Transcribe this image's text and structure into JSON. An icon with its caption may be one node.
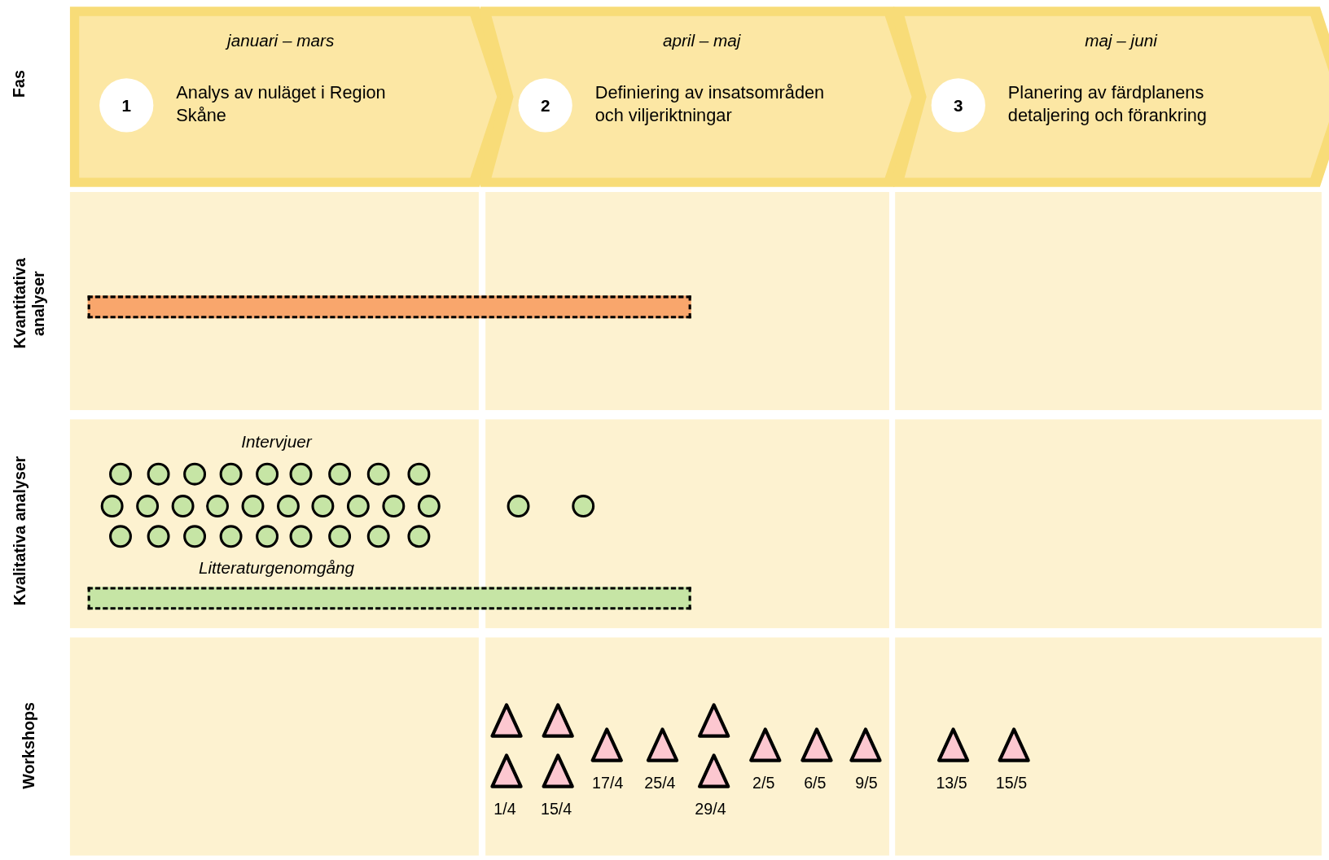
{
  "diagram": {
    "nodes": [
      {
        "text": [
          "januari – mars",
          "Analys av nuläget i Region Skåne"
        ]
      },
      {
        "text": [
          "1"
        ],
        "in": 0
      },
      {
        "text": [
          "april – maj",
          "Definiering av insatsområden och viljeriktningar"
        ]
      },
      {
        "text": [
          "2"
        ],
        "in": 2
      },
      {
        "text": [
          "maj – juni",
          "Planering av färdplanens detaljering och förankring"
        ]
      },
      {
        "text": [
          "3"
        ],
        "in": 4
      },
      {
        "text": [],
        "shape": "bar"
      },
      {
        "text": [
          "Litteraturgenomgång"
        ]
      }
    ],
    "labels": [
      "Fas",
      "Kvantitativa analyser",
      "Intervjuer",
      "Kvalitativa analyser",
      "Workshops",
      "17/4",
      "25/4",
      "2/5",
      "6/5",
      "9/5",
      "13/5",
      "15/5",
      "1/4",
      "15/4",
      "29/4"
    ]
  }
}
